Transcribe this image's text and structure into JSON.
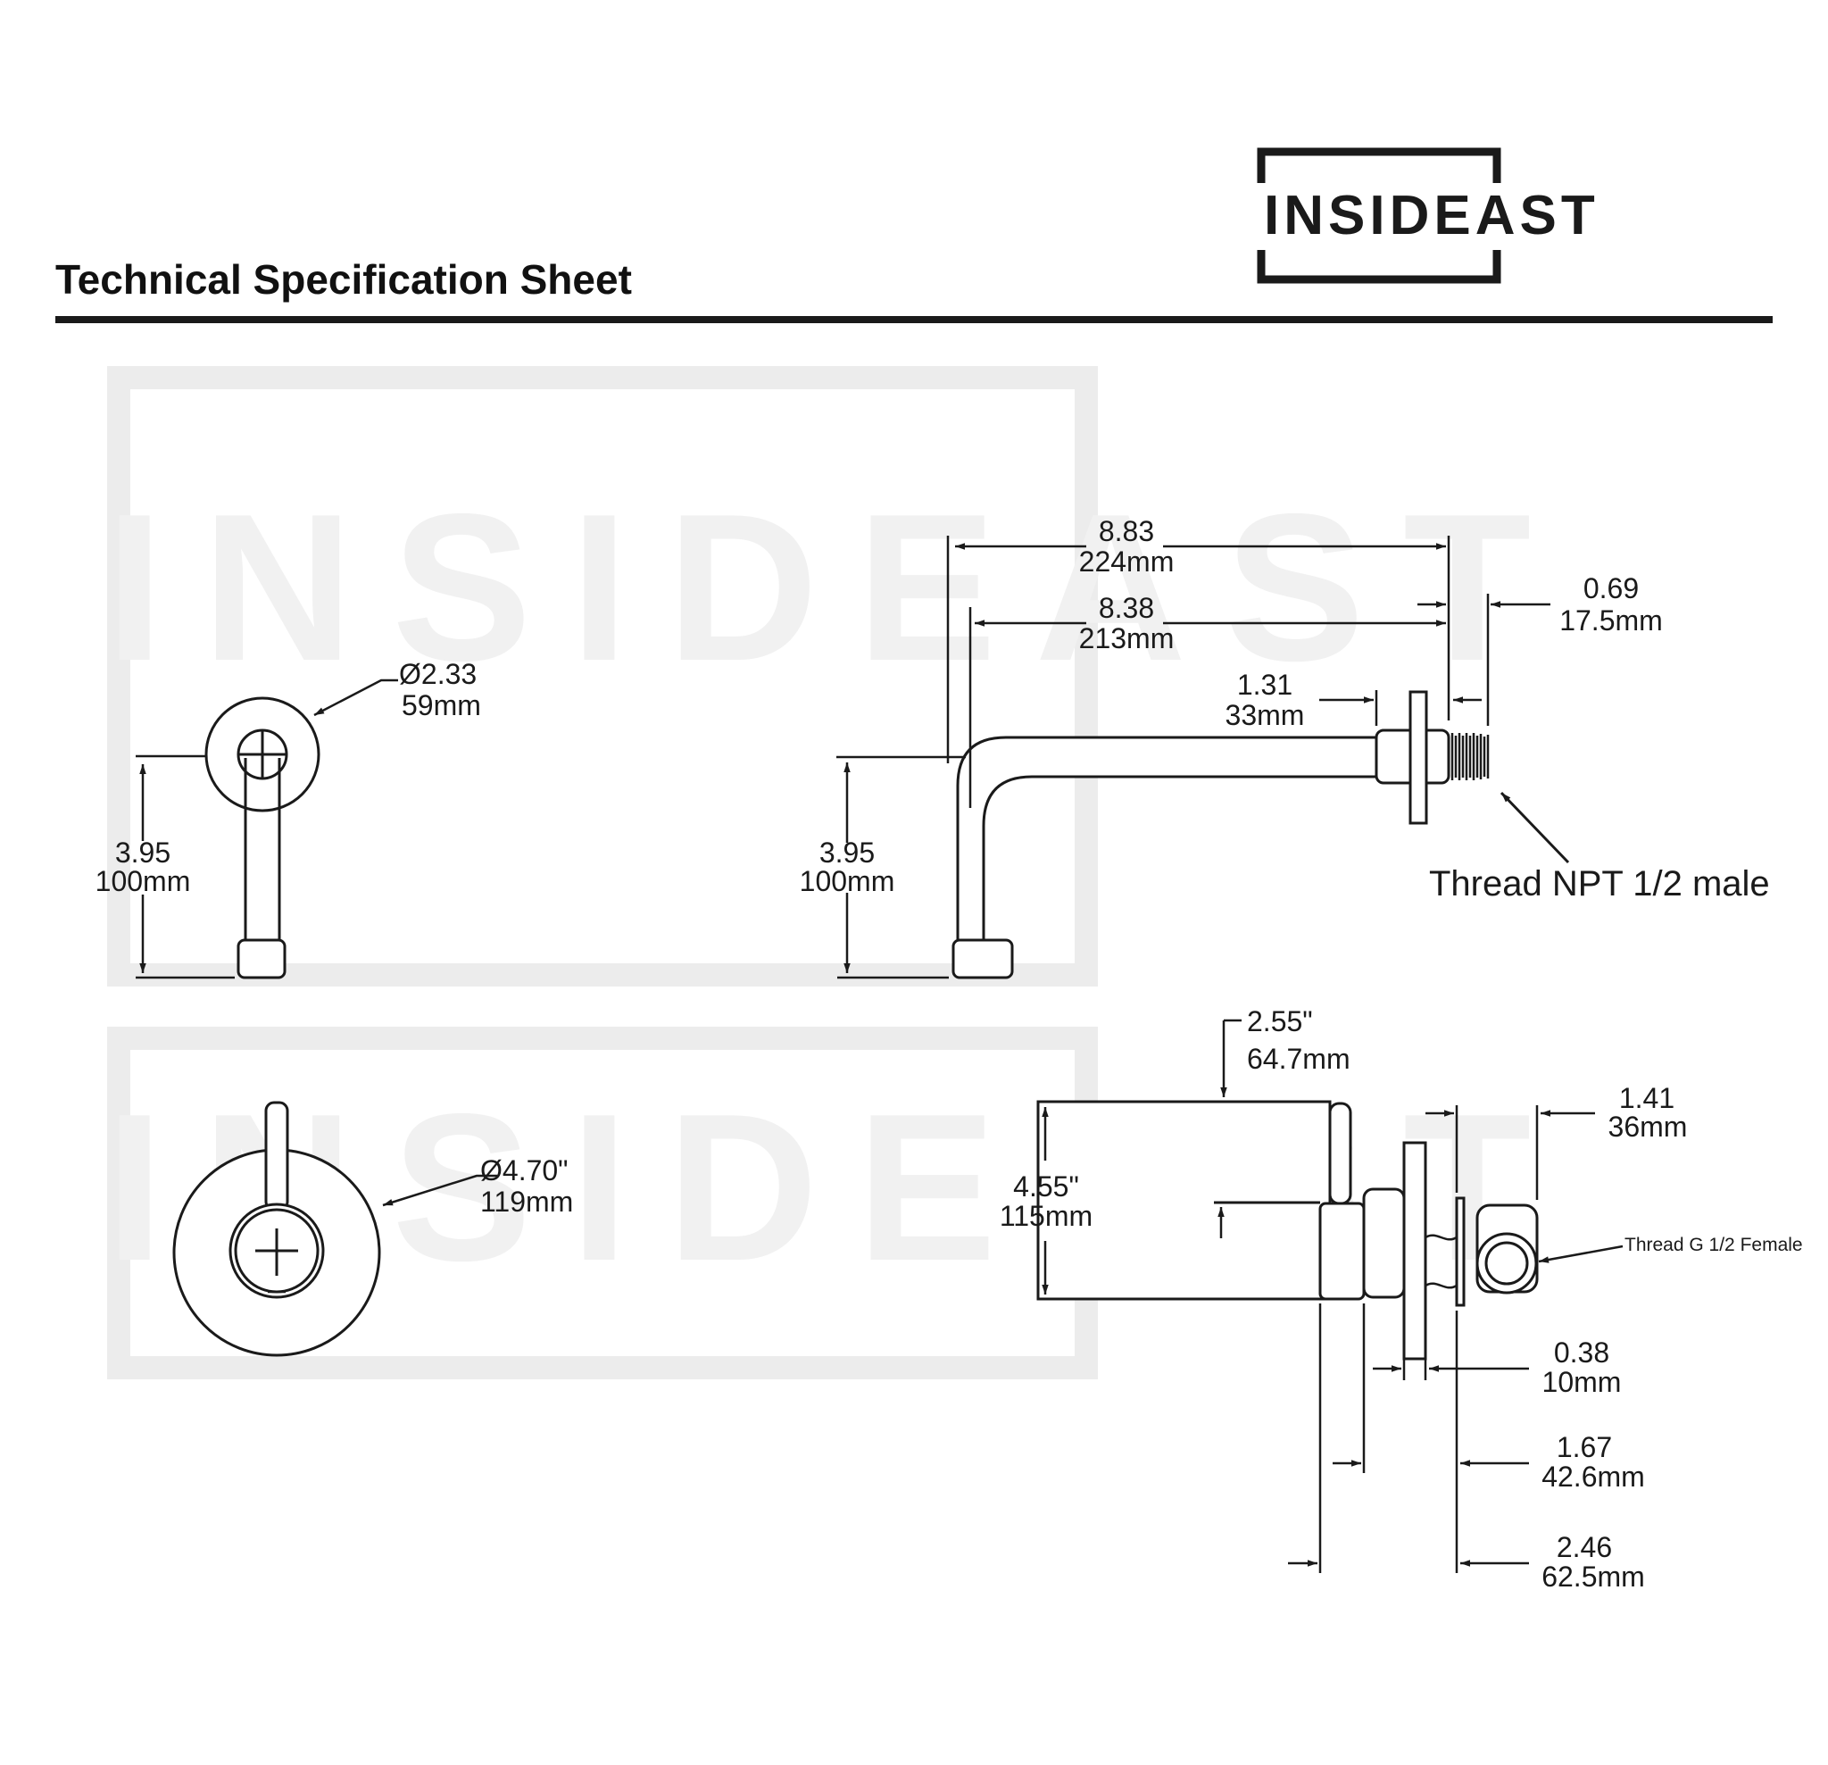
{
  "sheet": {
    "title": "Technical Specification Sheet"
  },
  "brand": {
    "name": "INSIDEAST"
  },
  "watermark": {
    "text": "INSIDEAST"
  },
  "colors": {
    "line": "#1a1a1a",
    "watermark_text": "#f1f1f1",
    "watermark_frame": "#ececec"
  },
  "spout_front": {
    "plate_diameter": {
      "inches": "Ø2.33",
      "mm": "59mm"
    },
    "drop": {
      "inches": "3.95",
      "mm": "100mm"
    }
  },
  "spout_side": {
    "total_length": {
      "inches": "8.83",
      "mm": "224mm"
    },
    "wall_to_thread": {
      "inches": "8.38",
      "mm": "213mm"
    },
    "thread_length": {
      "inches": "0.69",
      "mm": "17.5mm"
    },
    "collar_length": {
      "inches": "1.31",
      "mm": "33mm"
    },
    "drop": {
      "inches": "3.95",
      "mm": "100mm"
    },
    "thread_label": "Thread NPT 1/2 male"
  },
  "handle_front": {
    "plate_diameter": {
      "inches": "Ø4.70\"",
      "mm": "119mm"
    }
  },
  "valve_side": {
    "body_depth": {
      "inches": "2.55\"",
      "mm": "64.7mm"
    },
    "body_height": {
      "inches": "4.55\"",
      "mm": "115mm"
    },
    "handle_projection": {
      "inches": "1.41",
      "mm": "36mm"
    },
    "thread_label": "Thread G 1/2 Female",
    "plate_thickness": {
      "inches": "0.38",
      "mm": "10mm"
    },
    "depth_to_plate": {
      "inches": "1.67",
      "mm": "42.6mm"
    },
    "depth_to_handle": {
      "inches": "2.46",
      "mm": "62.5mm"
    }
  }
}
